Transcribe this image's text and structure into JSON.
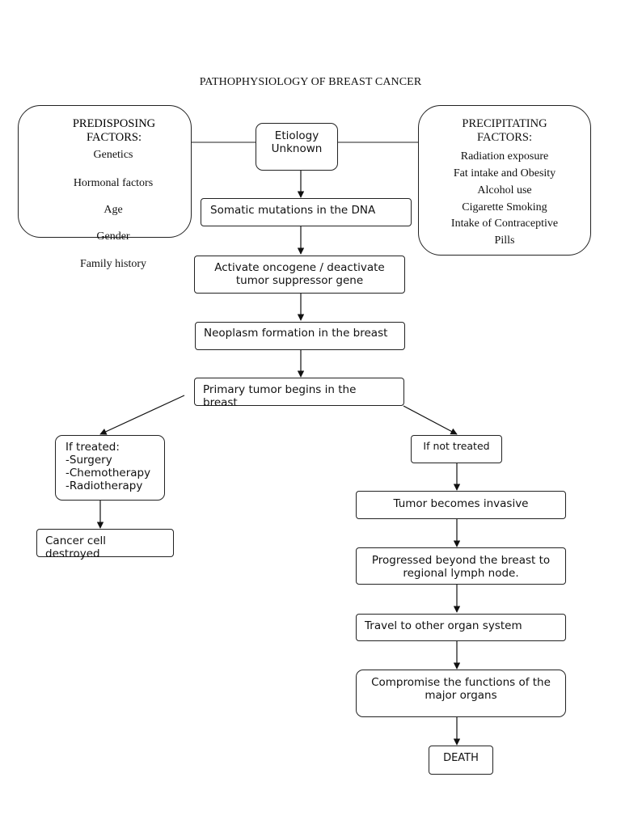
{
  "title": "PATHOPHYSIOLOGY OF BREAST CANCER",
  "predisposing": {
    "heading": [
      "PREDISPOSING",
      "FACTORS:"
    ],
    "items": [
      "Genetics",
      "Hormonal factors",
      "Age",
      "Gender",
      "Family history"
    ]
  },
  "precipitating": {
    "heading": [
      "PRECIPITATING",
      "FACTORS:"
    ],
    "items": [
      "Radiation exposure",
      "Fat intake and Obesity",
      "Alcohol use",
      "Cigarette Smoking",
      "Intake of Contraceptive",
      "Pills"
    ]
  },
  "nodes": {
    "etiology": "Etiology\nUnknown",
    "somatic": "Somatic mutations in the DNA",
    "oncogene": "Activate oncogene / deactivate\ntumor suppressor gene",
    "neoplasm": "Neoplasm formation in the breast",
    "primary": "Primary tumor begins in the\nbreast",
    "treated": "If treated:\n-Surgery\n-Chemotherapy\n-Radiotherapy",
    "destroyed": "Cancer cell\ndestroyed",
    "not_treated": "If not treated",
    "invasive": "Tumor becomes invasive",
    "lymph": "Progressed beyond the breast to\nregional lymph node.",
    "travel": "Travel to other organ system",
    "compromise": "Compromise the functions of the\nmajor organs",
    "death": "DEATH"
  }
}
